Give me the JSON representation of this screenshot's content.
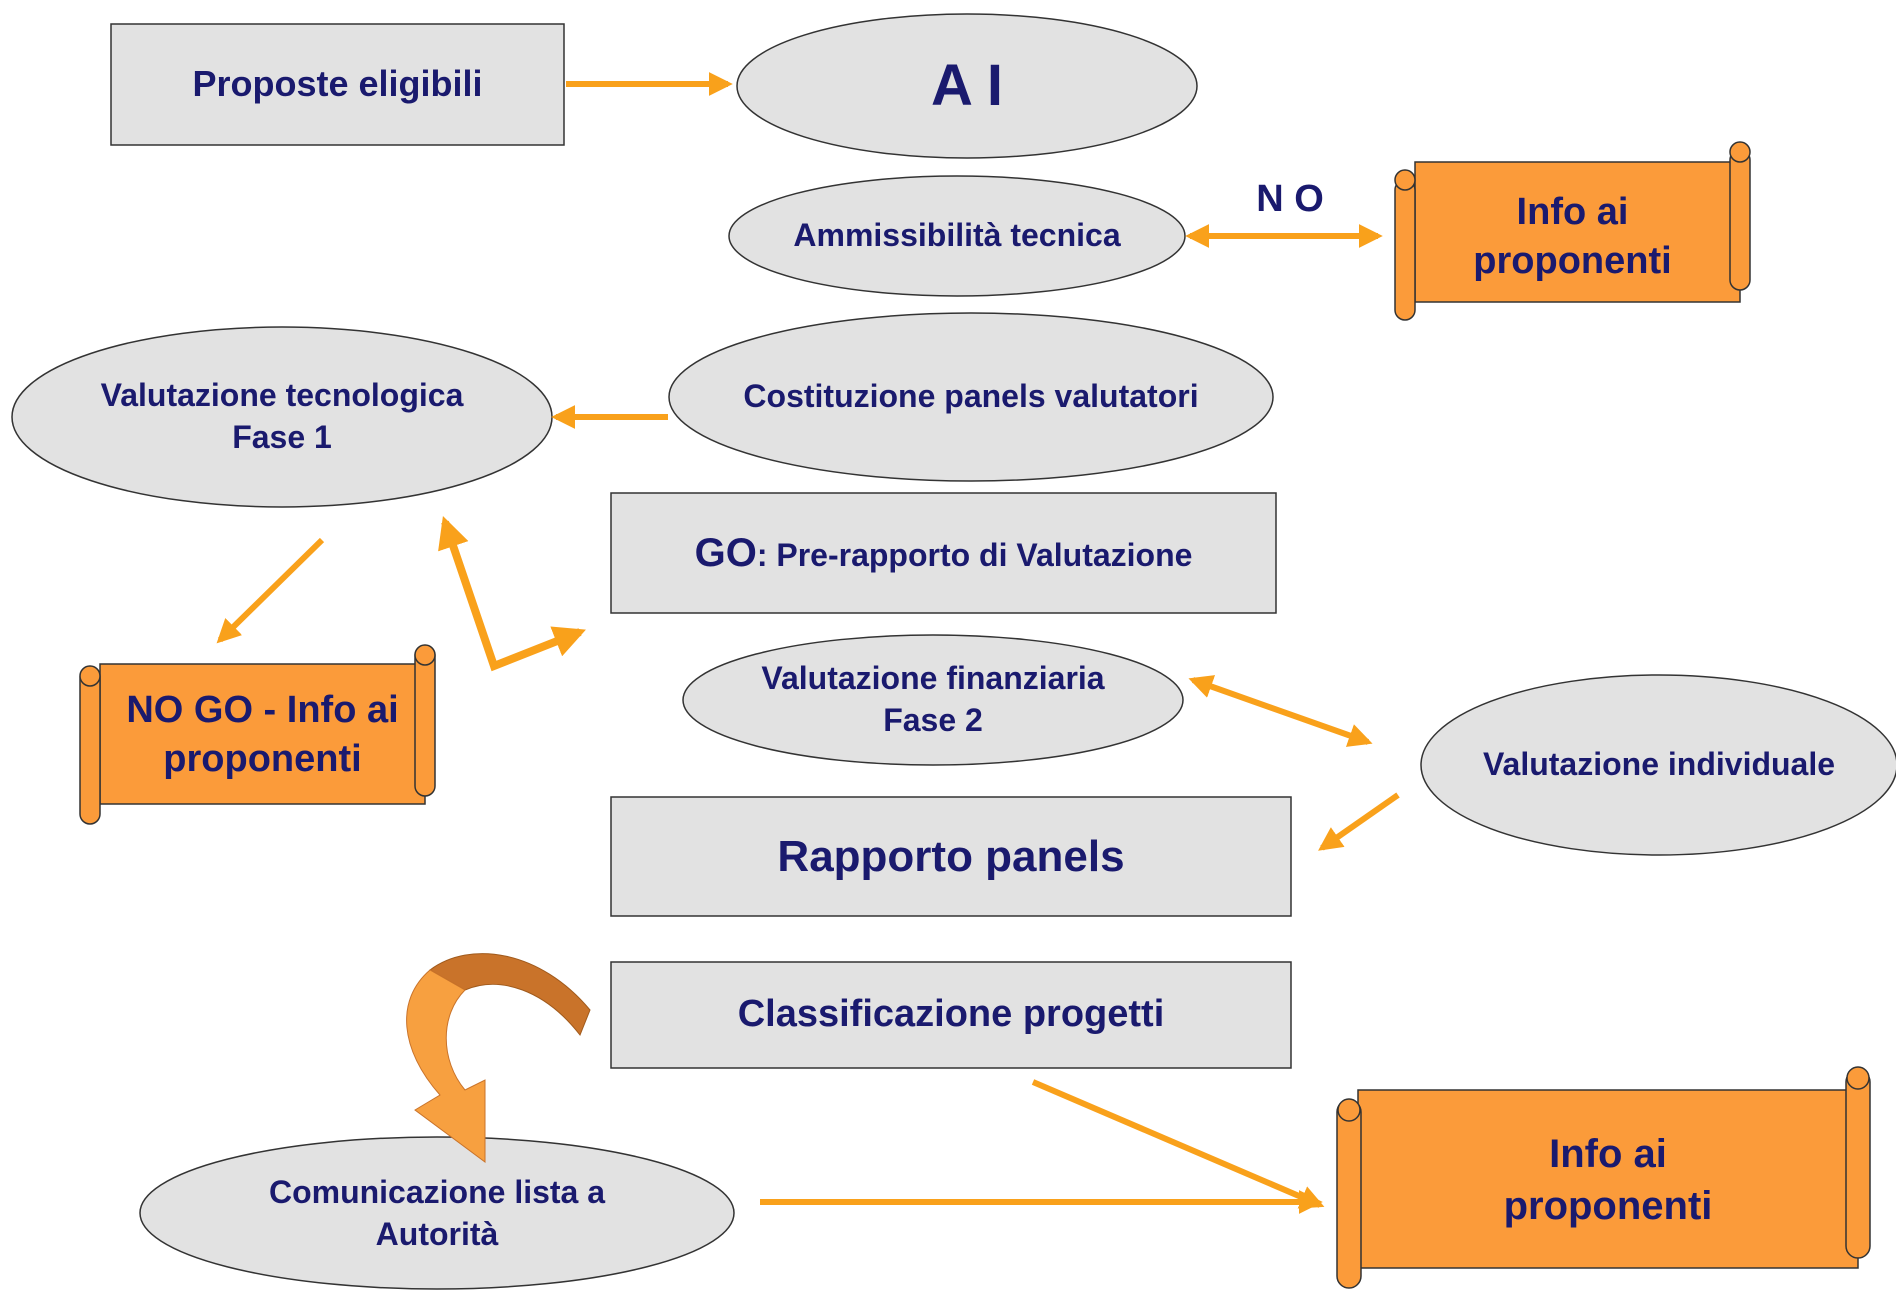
{
  "nodes": {
    "proposte": {
      "text": "Proposte eligibili"
    },
    "ai": {
      "text": "A I"
    },
    "ammissibilita": {
      "text": "Ammissibilità tecnica"
    },
    "no_label": {
      "text": "N O"
    },
    "info_top": {
      "line1": "Info ai",
      "line2": "proponenti"
    },
    "costituzione": {
      "text": "Costituzione panels valutatori"
    },
    "val_tec": {
      "line1": "Valutazione tecnologica",
      "line2": "Fase 1"
    },
    "go_box": {
      "bold": "GO",
      "rest": ": Pre-rapporto di  Valutazione"
    },
    "nogo": {
      "line1": "NO GO - Info ai",
      "line2": "proponenti"
    },
    "val_fin": {
      "line1": "Valutazione finanziaria",
      "line2": "Fase 2"
    },
    "val_ind": {
      "text": "Valutazione individuale"
    },
    "rapporto": {
      "text": "Rapporto panels"
    },
    "classificazione": {
      "text": "Classificazione progetti"
    },
    "comunicazione": {
      "line1": "Comunicazione lista a",
      "line2": "Autorità"
    },
    "info_bottom": {
      "line1": "Info ai",
      "line2": "proponenti"
    }
  },
  "colors": {
    "arrow": "#f9a11b",
    "box_fill": "#e2e2e2",
    "scroll_fill": "#fb9b3a",
    "text": "#1a1a6e",
    "curved_arrow_dark": "#c9732a",
    "curved_arrow_light": "#f7a040"
  }
}
